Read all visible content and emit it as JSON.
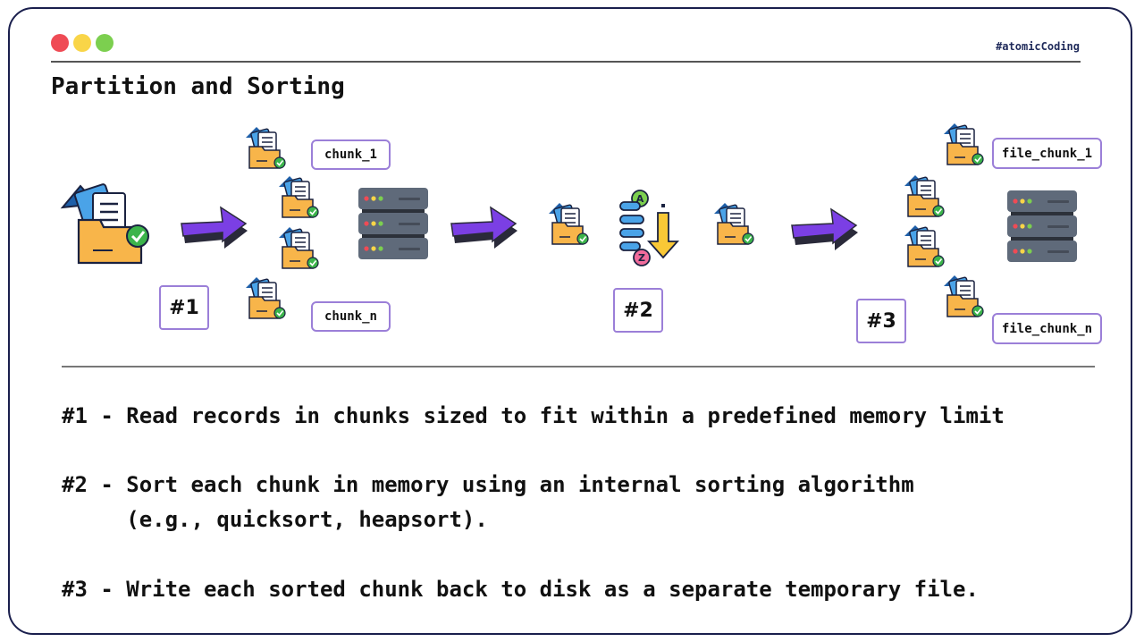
{
  "header": {
    "tag": "#atomicCoding",
    "title": "Partition and Sorting",
    "window_dots": [
      "#ef4b55",
      "#f9d548",
      "#7ccf4f"
    ]
  },
  "diagram": {
    "chunk_labels": {
      "first": "chunk_1",
      "last": "chunk_n"
    },
    "file_labels": {
      "first": "file_chunk_1",
      "last": "file_chunk_n"
    },
    "steps": [
      "#1",
      "#2",
      "#3"
    ],
    "sort_badges": {
      "top": "A",
      "bottom": "Z"
    },
    "accent_color": "#7b3fe4"
  },
  "descriptions": [
    {
      "id": "#1",
      "line1": "#1 - Read records in chunks sized to fit within a predefined memory limit"
    },
    {
      "id": "#2",
      "line1": "#2 - Sort each chunk in memory using an internal sorting algorithm",
      "line2": "     (e.g., quicksort, heapsort)."
    },
    {
      "id": "#3",
      "line1": "#3 - Write each sorted chunk back to disk as a separate temporary file."
    }
  ]
}
